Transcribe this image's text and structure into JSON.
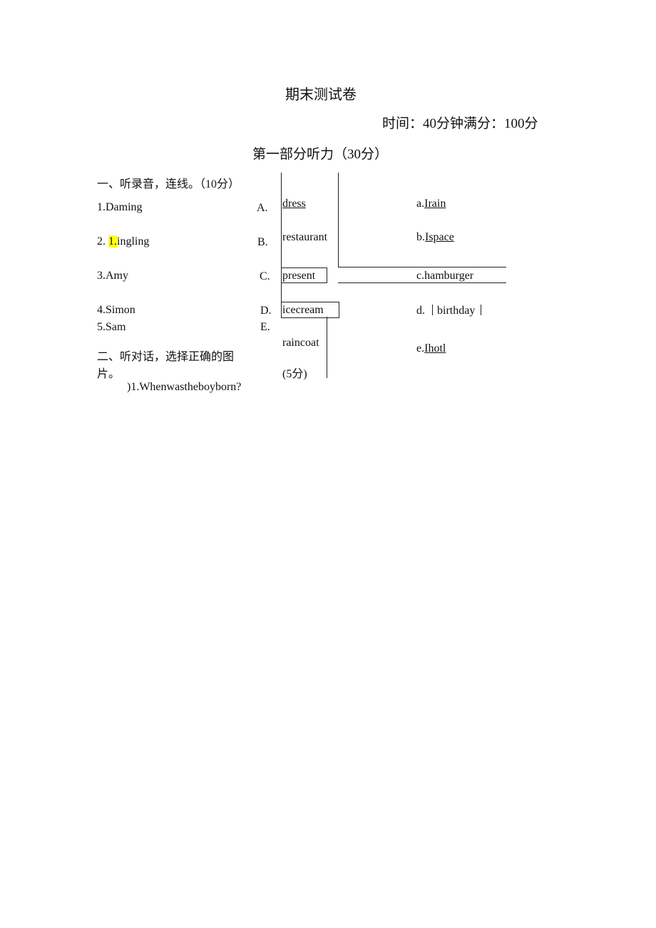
{
  "header": {
    "title": "期末测试卷",
    "time_info": "时间：40分钟满分：100分",
    "part_one_title": "第一部分听力（30分）"
  },
  "section_one": {
    "heading": "一、听录音，连线。（10分）",
    "names": [
      {
        "num": "1.",
        "name": "Daming"
      },
      {
        "num": "2.",
        "highlight": "1.",
        "name": "ingling"
      },
      {
        "num": "3.",
        "name": "Amy"
      },
      {
        "num": "4.",
        "name": "Simon"
      },
      {
        "num": "5.",
        "name": "Sam"
      }
    ],
    "letters": [
      "A.",
      "B.",
      "C.",
      "D.",
      "E."
    ],
    "words": [
      "dress",
      "restaurant",
      "present",
      "icecream",
      "raincoat"
    ],
    "options": [
      {
        "letter": "a.",
        "text": "Irain"
      },
      {
        "letter": "b.",
        "text": "Ispace"
      },
      {
        "letter": "c.",
        "text": "hamburger"
      },
      {
        "letter": "d.",
        "text": "birthday"
      },
      {
        "letter": "e.",
        "text": "Ihotl"
      }
    ]
  },
  "section_two": {
    "heading_line1": "二、听对话，选择正确的图",
    "heading_line2": "片。",
    "score": "(5分)",
    "q1": ")1.Whenwastheboyborn?"
  }
}
